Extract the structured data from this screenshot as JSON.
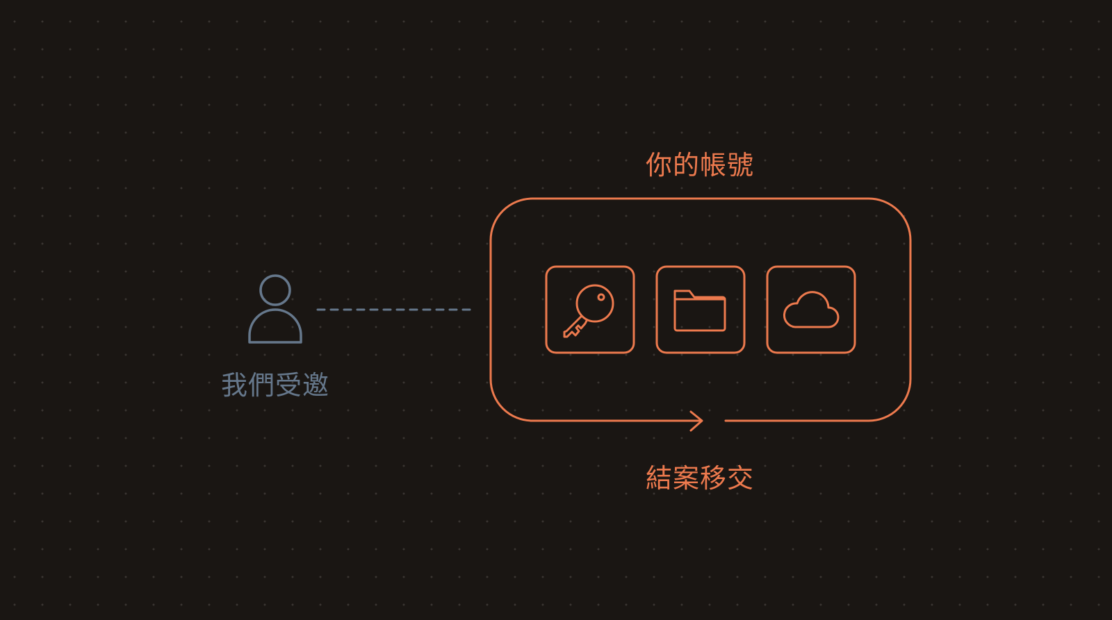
{
  "colors": {
    "background": "#1a1613",
    "accent": "#ed7a4e",
    "muted": "#66788c",
    "grid_dot": "#3a3532"
  },
  "labels": {
    "account": "你的帳號",
    "invited": "我們受邀",
    "handover": "結案移交"
  },
  "icons": {
    "person": "person-icon",
    "key": "key-icon",
    "folder": "folder-icon",
    "cloud": "cloud-icon",
    "arrow": "arrow-right-icon"
  }
}
